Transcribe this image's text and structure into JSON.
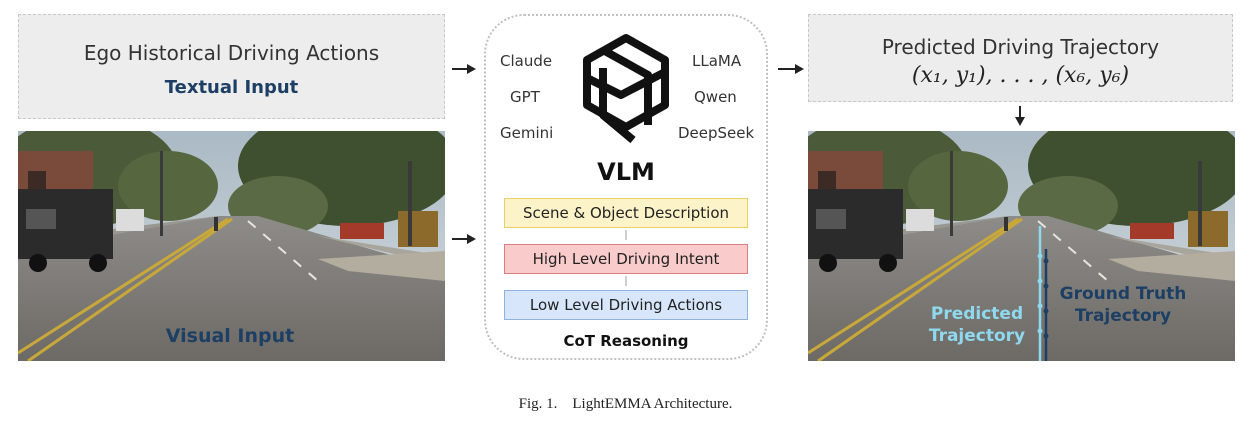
{
  "textual_input": {
    "title": "Ego Historical Driving Actions",
    "subtitle": "Textual Input"
  },
  "visual_input": {
    "label": "Visual Input"
  },
  "vlm": {
    "models_left": [
      "Claude",
      "GPT",
      "Gemini"
    ],
    "models_right": [
      "LLaMA",
      "Qwen",
      "DeepSeek"
    ],
    "label": "VLM",
    "logo_icon": "hexagonal-knot-logo",
    "steps": [
      "Scene & Object Description",
      "High Level Driving Intent",
      "Low Level Driving Actions"
    ],
    "reasoning_label": "CoT Reasoning",
    "colors": {
      "step1": "#fdf3c9",
      "step2": "#f9cbcb",
      "step3": "#d7e6fb"
    }
  },
  "output": {
    "title": "Predicted Driving Trajectory",
    "math": "(x₁, y₁), . . . , (x₆, y₆)",
    "predicted_label_line1": "Predicted",
    "predicted_label_line2": "Trajectory",
    "ground_truth_line1": "Ground Truth",
    "ground_truth_line2": "Trajectory",
    "colors": {
      "predicted": "#8fd8ee",
      "ground_truth": "#1d3f63"
    }
  },
  "caption": "Fig. 1.    LightEMMA Architecture."
}
